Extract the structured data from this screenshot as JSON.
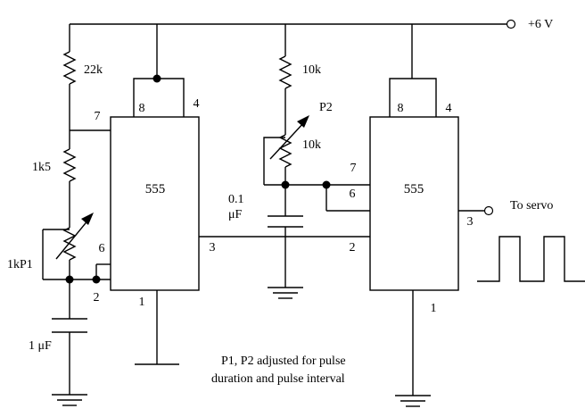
{
  "supply": {
    "label": "+6 V"
  },
  "resistors": {
    "r1": "22k",
    "r2": "1k5",
    "r3": "10k",
    "r4": "10k"
  },
  "pots": {
    "p1": "1kP1",
    "p2": "P2"
  },
  "capacitors": {
    "c1": "1 μF",
    "c2_line1": "0.1",
    "c2_line2": "μF"
  },
  "chips": {
    "left": "555",
    "right": "555"
  },
  "pins": {
    "l8": "8",
    "l4": "4",
    "l7": "7",
    "l6": "6",
    "l2": "2",
    "l1": "1",
    "l3": "3",
    "r8": "8",
    "r4": "4",
    "r7": "7",
    "r6": "6",
    "r2": "2",
    "r1": "1",
    "r3": "3"
  },
  "output": {
    "label": "To servo"
  },
  "caption": {
    "line1": "P1, P2 adjusted for pulse",
    "line2": "duration and pulse interval"
  }
}
